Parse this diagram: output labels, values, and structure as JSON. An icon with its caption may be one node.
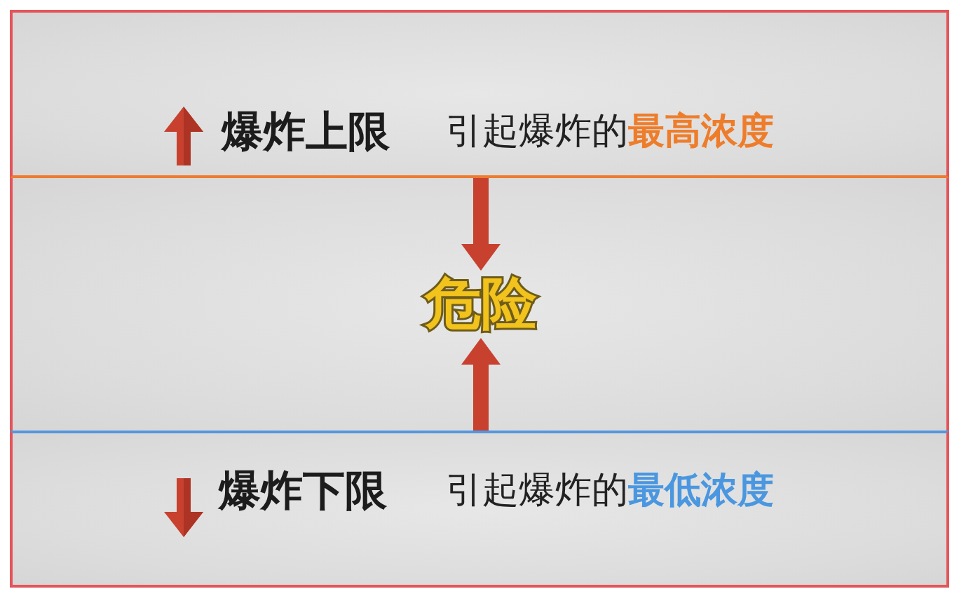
{
  "diagram": {
    "nodes": [
      {
        "text": [
          "爆炸上限",
          "引起爆炸的**最高浓度**"
        ]
      },
      {
        "text": [],
        "shape": "band"
      },
      {
        "text": [
          "危险"
        ],
        "in": 1
      },
      {
        "text": [
          "爆炸下限",
          "引起爆炸的**最低浓度**"
        ]
      }
    ],
    "edges": [
      {
        "from": 0,
        "to": 2,
        "arrow": "to"
      },
      {
        "from": 3,
        "to": 2,
        "arrow": "to"
      }
    ]
  }
}
